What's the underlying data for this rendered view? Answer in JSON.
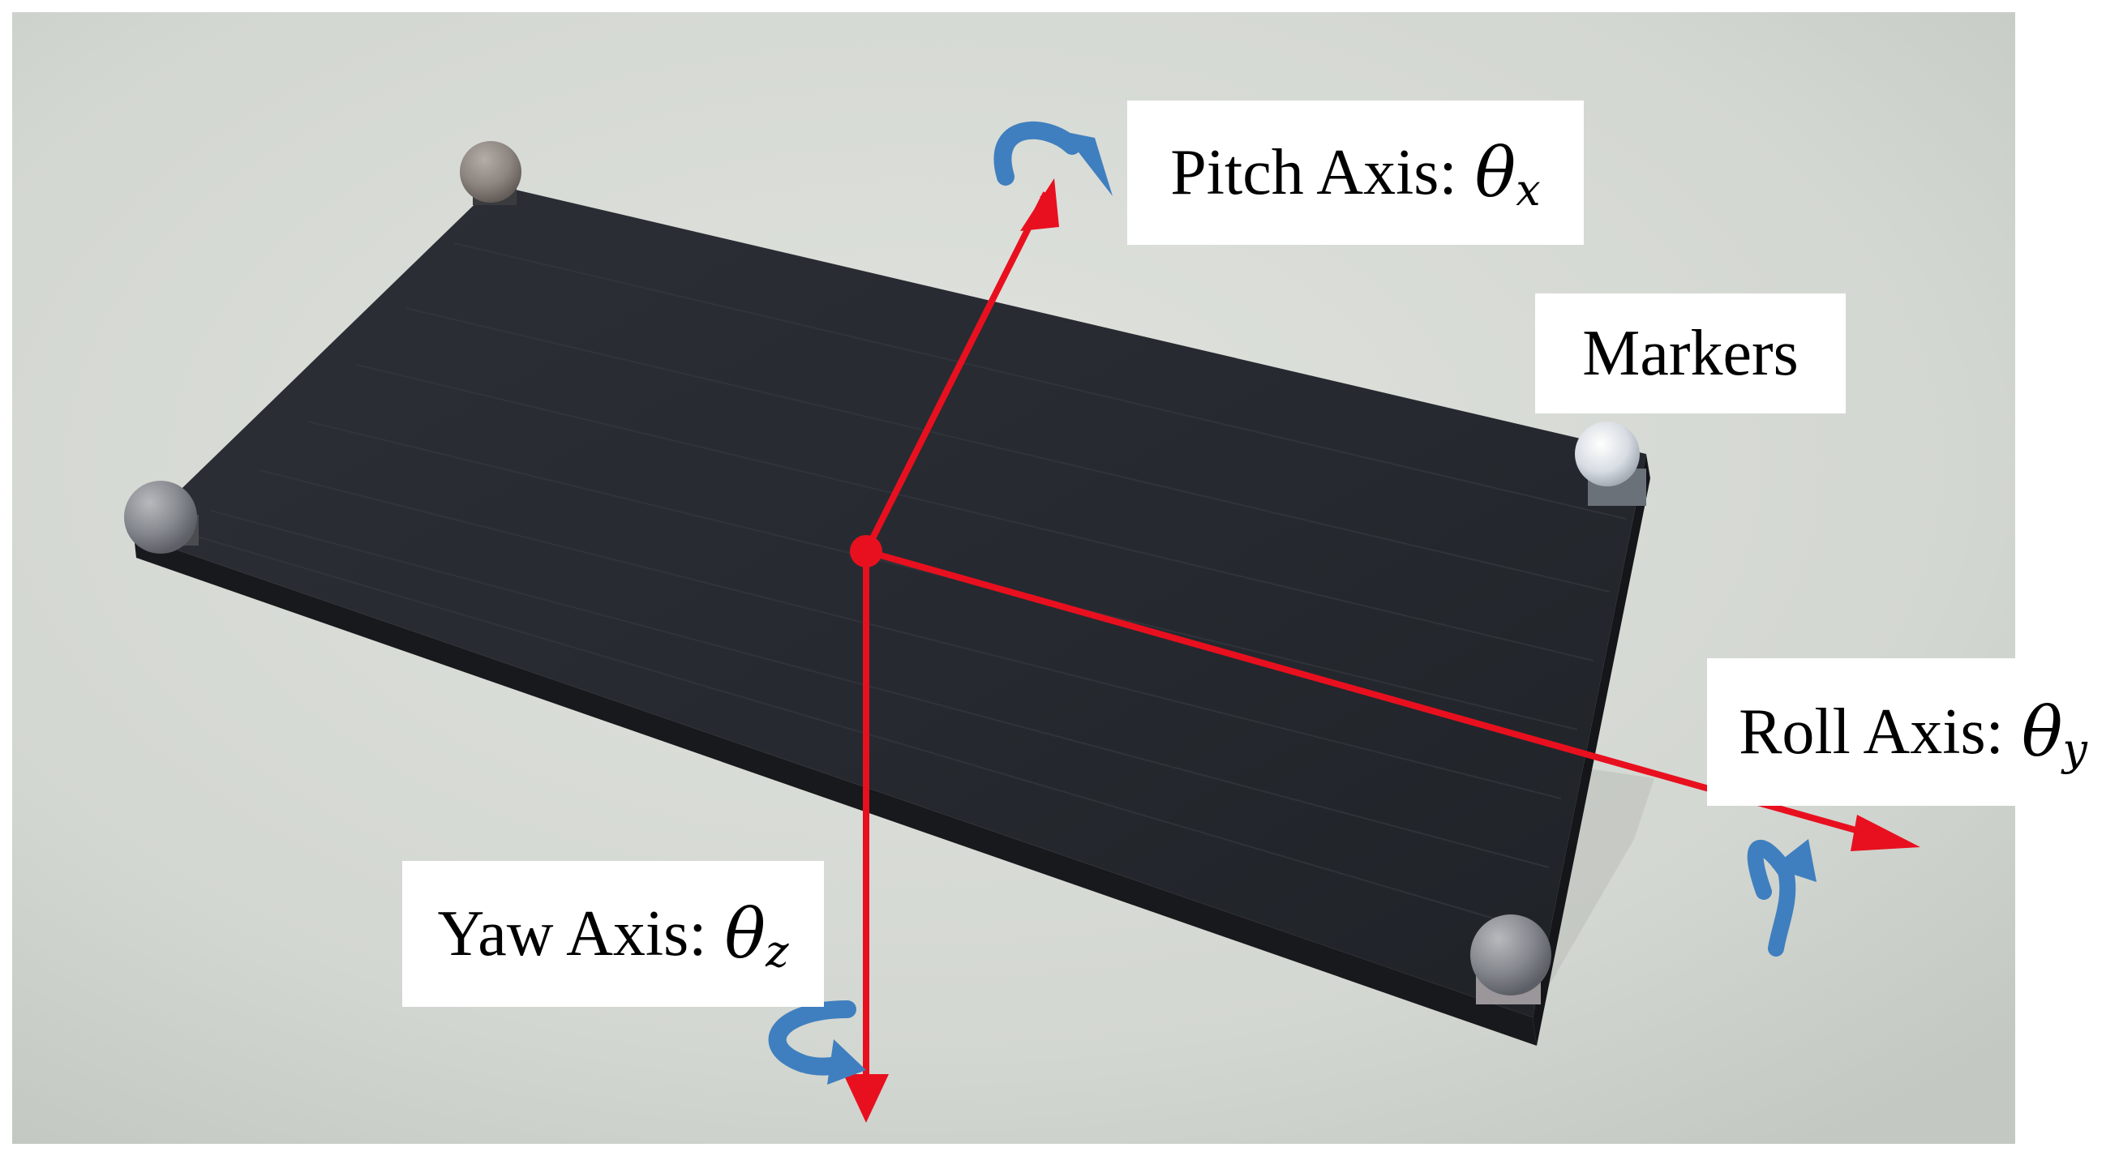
{
  "labels": {
    "pitch": {
      "text": "Pitch Axis:",
      "symbol": "θ",
      "subscript": "x"
    },
    "markers": {
      "text": "Markers"
    },
    "roll": {
      "text": "Roll Axis:",
      "symbol": "θ",
      "subscript": "y"
    },
    "yaw": {
      "text": "Yaw Axis:",
      "symbol": "θ",
      "subscript": "z"
    }
  },
  "colors": {
    "axis": "#e8101f",
    "rotation_arrow": "#3f7fbf",
    "board": "#25282e",
    "table": "#d4d8d2",
    "marker": "#8a8c91",
    "label_background": "#ffffff"
  },
  "icons": [
    "pitch-rotation-arrow-icon",
    "roll-rotation-arrow-icon",
    "yaw-rotation-arrow-icon"
  ]
}
